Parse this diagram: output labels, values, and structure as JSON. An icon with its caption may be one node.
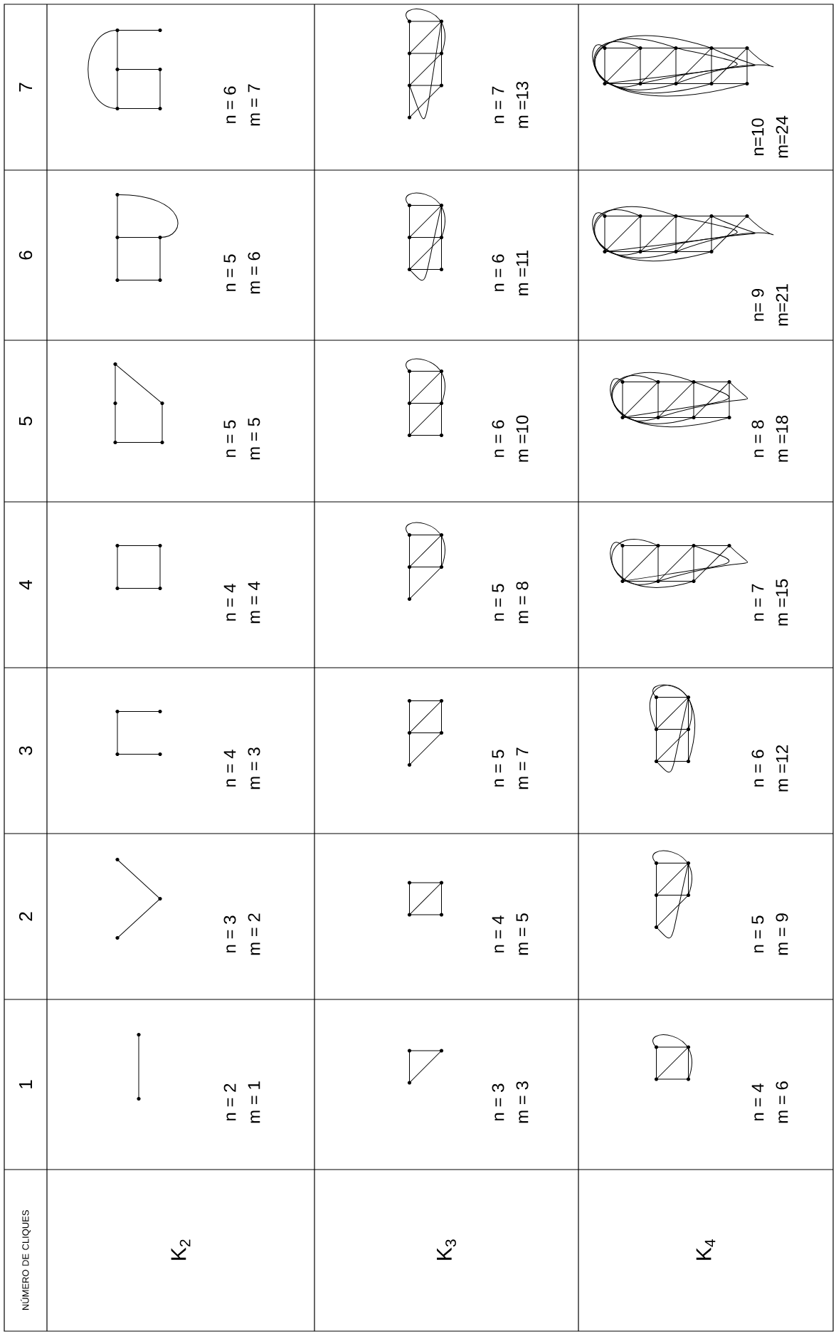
{
  "diagram": {
    "labels": [
      "NÚMERO DE CLIQUES",
      "1",
      "2",
      "3",
      "4",
      "5",
      "6",
      "7",
      "K$_{2}$",
      "n = 2",
      "m = 1",
      "n = 3",
      "m = 2",
      "n = 4",
      "m = 3",
      "n = 4",
      "m = 4",
      "n = 5",
      "m = 5",
      "n = 5",
      "m = 6",
      "n = 6",
      "m = 7",
      "K$_{3}$",
      "n = 3",
      "m = 3",
      "n = 4",
      "m = 5",
      "n = 5",
      "m = 7",
      "n = 5",
      "m = 8",
      "n = 6",
      "m =10",
      "n = 6",
      "m =11",
      "n = 7",
      "m =13",
      "K$_{4}$",
      "n = 4",
      "m = 6",
      "n = 5",
      "m = 9",
      "n = 6",
      "m =12",
      "n = 7",
      "m =15",
      "n = 8",
      "m =18",
      "n= 9",
      "m=21",
      "n=10",
      "m=24"
    ]
  }
}
